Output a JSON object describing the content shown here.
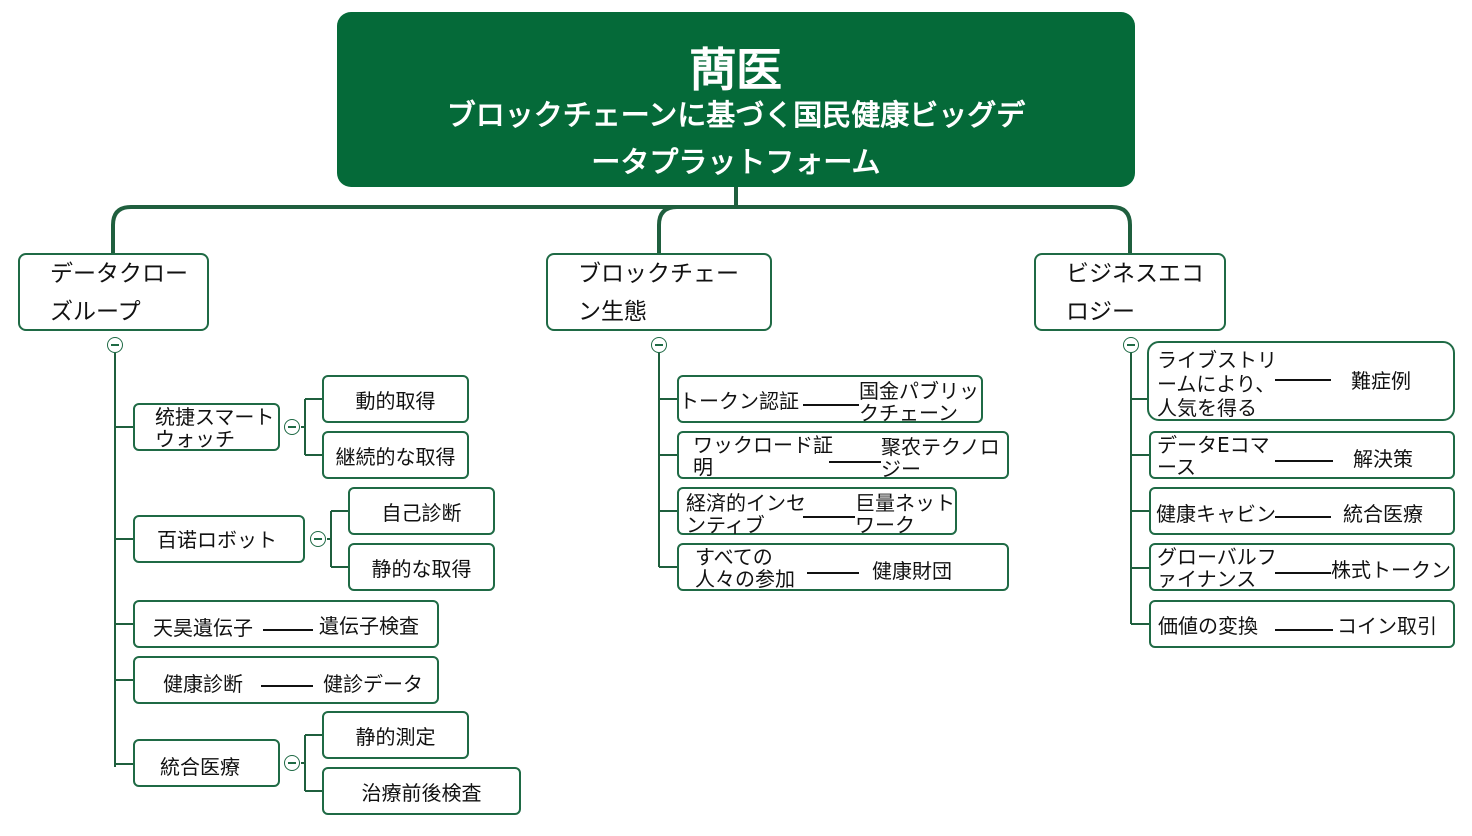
{
  "title": {
    "main": "蔄医",
    "subtitle": "ブロックチェーンに基づく国民健康ビッグデータプラットフォーム"
  },
  "branches": {
    "data_close_loop": {
      "label": "データクローズループ",
      "children": [
        {
          "label": "统捷スマートウォッチ",
          "leaves": [
            "動的取得",
            "継続的な取得"
          ]
        },
        {
          "label": "百诺ロボット",
          "leaves": [
            "自己診断",
            "静的な取得"
          ]
        },
        {
          "label": "天昊遺伝子",
          "right": "遺伝子検査"
        },
        {
          "label": "健康診断",
          "right": "健診データ"
        },
        {
          "label": "統合医療",
          "leaves": [
            "静的測定",
            "治療前後検査"
          ]
        }
      ]
    },
    "blockchain": {
      "label": "ブロックチェーン生態",
      "children": [
        {
          "left": "トークン認証",
          "right": "国金パブリックチェーン"
        },
        {
          "left": "ワックロード証明",
          "right": "聚农テクノロジー"
        },
        {
          "left": "経済的インセンティブ",
          "right": "巨量ネットワーク"
        },
        {
          "left": "すべての人々の参加",
          "right": "健康財団"
        }
      ]
    },
    "business": {
      "label": "ビジネスエコロジー",
      "children": [
        {
          "left": "ライブストリームにより、人気を得る",
          "right": "難症例"
        },
        {
          "left": "データEコマース",
          "right": "解決策"
        },
        {
          "left": "健康キャビン",
          "right": "統合医療"
        },
        {
          "left": "グローバルファイナンス",
          "right": "株式トークン"
        },
        {
          "left": "価値の変換",
          "right": "コイン取引"
        }
      ]
    }
  }
}
